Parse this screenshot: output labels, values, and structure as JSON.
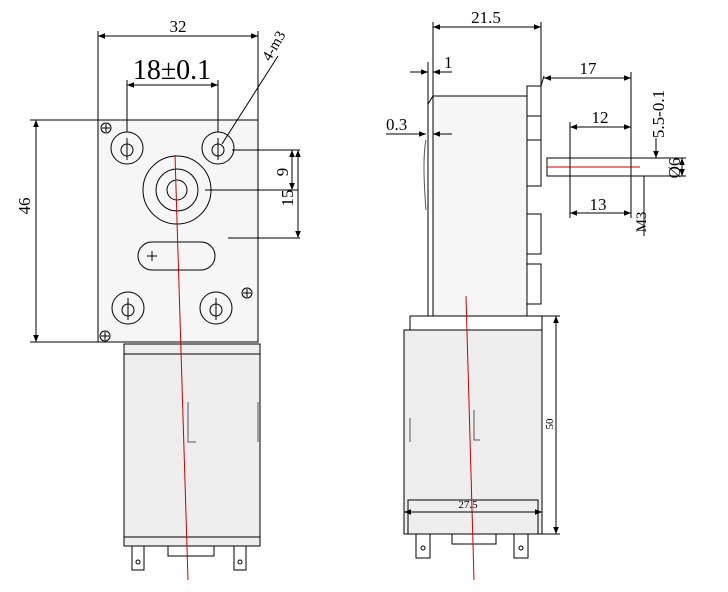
{
  "front_view": {
    "width_dim": "32",
    "hole_spacing_dim": "18±0.1",
    "mount_thread_label": "4-m3",
    "height_dim": "46",
    "offset_small_dim": "9",
    "offset_large_dim": "15"
  },
  "side_view": {
    "depth_dim": "21.5",
    "plate_dim": "1",
    "gap_dim": "0.3",
    "shaft_total_dim": "17",
    "flat_length_dim": "12",
    "flat_dim": "5.5-0.1",
    "shaft_dia_dim": "Ø6",
    "shaft_length_dim": "13",
    "tap_thread_label": "M3",
    "motor_length_dim": "50",
    "motor_dia_dim": "27.5"
  },
  "colors": {
    "line": "#000000",
    "center_line": "#cc0000",
    "body_fill": "#f4f4f4",
    "motor_fill": "#eeeeee"
  }
}
